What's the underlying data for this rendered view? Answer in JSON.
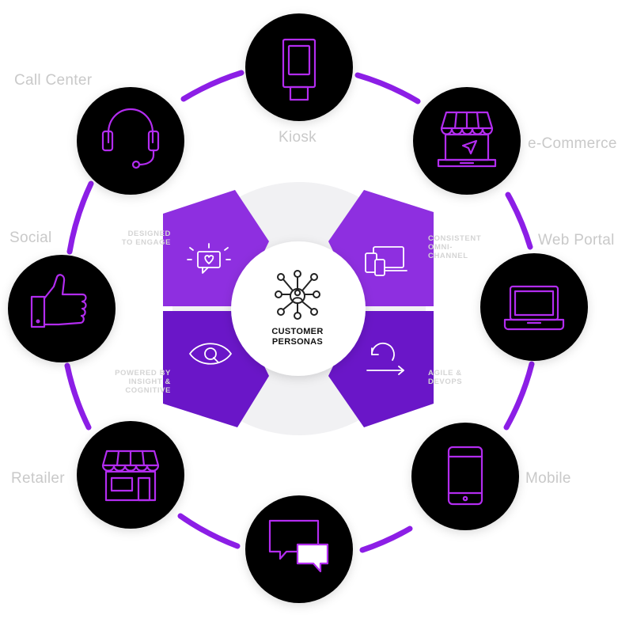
{
  "colors": {
    "ring": "#8c1ee6",
    "icon": "#b32cf0",
    "quadrant_top": "#8e2fe0",
    "quadrant_bottom": "#6a16c8",
    "center_icon": "#222222",
    "label": "#c9c9c9"
  },
  "center": {
    "title": "CUSTOMER\nPERSONAS",
    "icon": "persona-network-icon"
  },
  "channels": [
    {
      "id": "kiosk",
      "label": "Kiosk",
      "icon": "kiosk-icon"
    },
    {
      "id": "ecommerce",
      "label": "e-Commerce",
      "icon": "online-store-icon"
    },
    {
      "id": "webportal",
      "label": "Web Portal",
      "icon": "laptop-icon"
    },
    {
      "id": "mobile",
      "label": "Mobile",
      "icon": "mobile-phone-icon"
    },
    {
      "id": "chat",
      "label": "",
      "icon": "chat-bubbles-icon"
    },
    {
      "id": "retailer",
      "label": "Retailer",
      "icon": "storefront-icon"
    },
    {
      "id": "social",
      "label": "Social",
      "icon": "thumbs-up-icon"
    },
    {
      "id": "callcenter",
      "label": "Call Center",
      "icon": "headset-icon"
    }
  ],
  "quadrants": [
    {
      "id": "engage",
      "label": "DESIGNED\nTO ENGAGE",
      "icon": "heart-message-icon"
    },
    {
      "id": "omni",
      "label": "CONSISTENT\nOMNI-\nCHANNEL",
      "icon": "multi-device-icon"
    },
    {
      "id": "insight",
      "label": "POWERED BY\nINSIGHT &\nCOGNITIVE",
      "icon": "eye-icon"
    },
    {
      "id": "agile",
      "label": "AGILE &\nDEVOPS",
      "icon": "cycle-arrow-icon"
    }
  ]
}
